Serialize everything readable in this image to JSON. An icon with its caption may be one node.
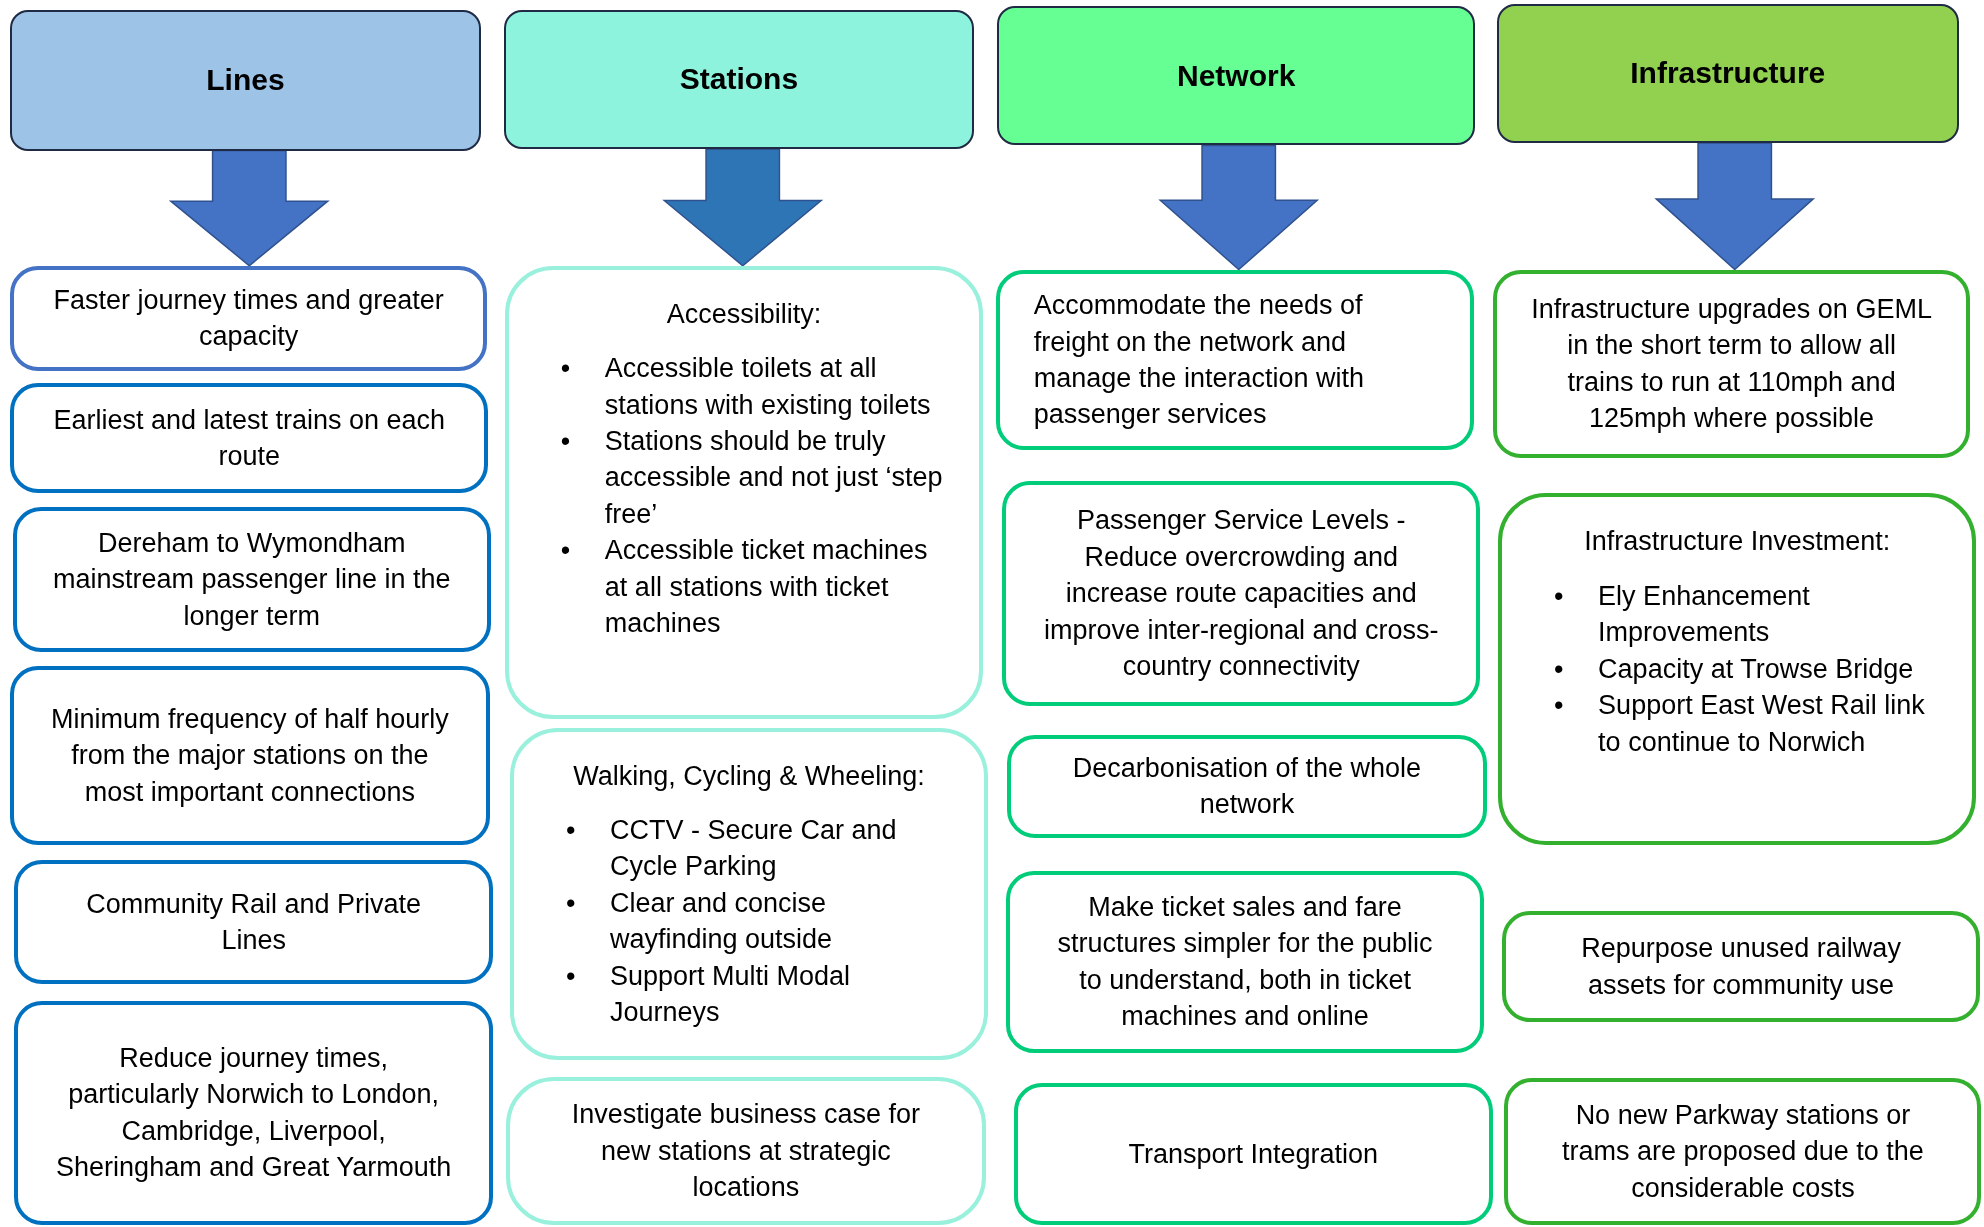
{
  "diagram": {
    "nodes": [
      {
        "text": [
          "Lines"
        ]
      },
      {
        "text": [
          "Stations"
        ]
      },
      {
        "text": [
          "Network"
        ]
      },
      {
        "text": [
          "Infrastructure"
        ]
      },
      {
        "text": [
          "Faster journey times and greater capacity"
        ]
      },
      {
        "text": [
          "Earliest and latest trains on each route"
        ]
      },
      {
        "text": [
          "Dereham to Wymondham mainstream passenger line in the longer term"
        ]
      },
      {
        "text": [
          "Minimum frequency of half hourly from the major stations on the most important connections"
        ]
      },
      {
        "text": [
          "Community Rail and Private Lines"
        ]
      },
      {
        "text": [
          "Reduce journey times, particularly Norwich to London, Cambridge, Liverpool, Sheringham and Great Yarmouth"
        ]
      },
      {
        "text": [
          "Accessibility:",
          "•",
          "Accessible toilets at all stations with existing toilets",
          "•",
          "Stations should be truly accessible and not just ‘step free’",
          "•",
          "Accessible ticket machines at all stations with ticket machines"
        ]
      },
      {
        "text": [
          "Walking, Cycling & Wheeling:",
          "•",
          "CCTV - Secure Car and Cycle Parking",
          "•",
          "Clear and concise wayfinding outside",
          "•",
          "Support Multi Modal Journeys"
        ]
      },
      {
        "text": [
          "Investigate business case for new stations at strategic locations"
        ]
      },
      {
        "text": [
          "Accommodate the needs of freight on the network and manage the interaction with passenger services"
        ]
      },
      {
        "text": [
          "Passenger Service Levels - Reduce overcrowding and increase route capacities and improve inter-regional and cross-country connectivity"
        ]
      },
      {
        "text": [
          "Decarbonisation of the whole network"
        ]
      },
      {
        "text": [
          "Make ticket sales and fare structures simpler for the public to understand, both in ticket machines and online"
        ]
      },
      {
        "text": [
          "Transport Integration"
        ]
      },
      {
        "text": [
          "Infrastructure upgrades on GEML in the short term to allow all trains to run at 110mph and 125mph where possible"
        ]
      },
      {
        "text": [
          "Infrastructure Investment:",
          "•",
          "Ely Enhancement Improvements",
          "•",
          "Capacity at Trowse Bridge",
          "•",
          "Support East West Rail link to continue to Norwich"
        ]
      },
      {
        "text": [
          "Repurpose unused railway assets for community use"
        ]
      },
      {
        "text": [
          "No new Parkway stations or trams are proposed due to the considerable costs"
        ]
      }
    ],
    "edges": [
      {
        "from": 0,
        "to": 4,
        "arrow": "to"
      },
      {
        "from": 1,
        "to": 10,
        "arrow": "to",
        "color": "#2e75b6"
      },
      {
        "from": 2,
        "to": 13,
        "arrow": "to"
      },
      {
        "from": 3,
        "to": 18,
        "arrow": "to"
      }
    ]
  }
}
